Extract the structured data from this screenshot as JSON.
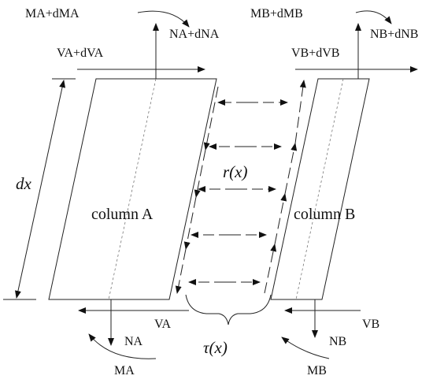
{
  "columns": {
    "a_label": "column A",
    "b_label": "column B"
  },
  "top_labels": {
    "moment_a": "MA+dMA",
    "axial_a": "NA+dNA",
    "shear_a": "VA+dVA",
    "moment_b": "MB+dMB",
    "axial_b": "NB+dNB",
    "shear_b": "VB+dVB"
  },
  "bottom_labels": {
    "shear_a": "VA",
    "axial_a": "NA",
    "moment_a": "MA",
    "shear_b": "VB",
    "axial_b": "NB",
    "moment_b": "MB"
  },
  "dimension_label": "dx",
  "distributed_force_label": "r(x)",
  "shear_flow_label": "τ(x)",
  "colors": {
    "stroke": "#222222",
    "background": "#ffffff"
  }
}
